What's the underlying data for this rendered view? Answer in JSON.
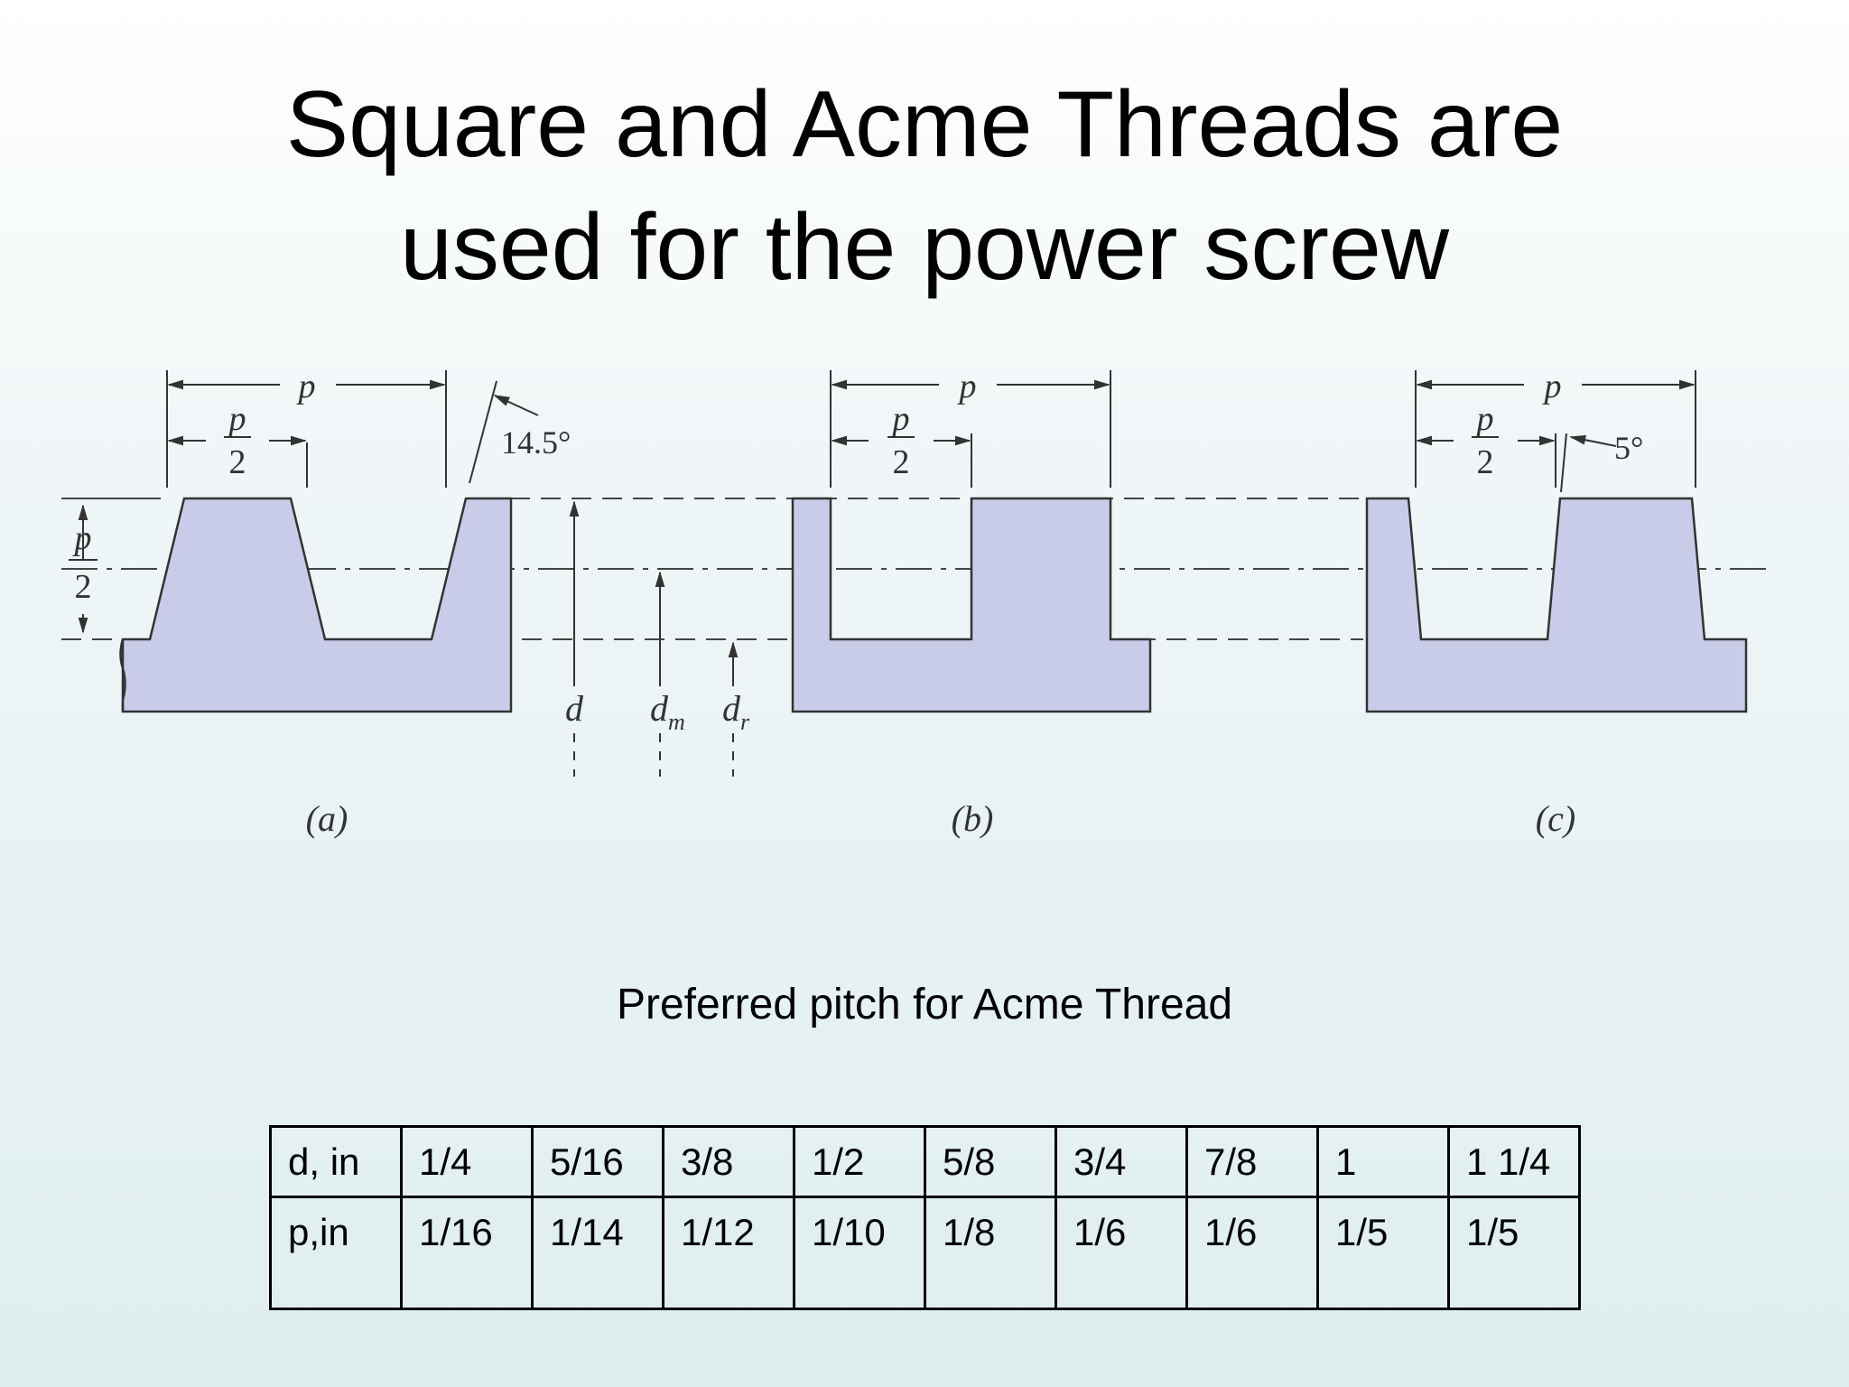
{
  "slide": {
    "title_line1": "Square and Acme Threads are",
    "title_line2": "used for the power screw"
  },
  "figure": {
    "label_p": "p",
    "label_2": "2",
    "angle_a": "14.5°",
    "angle_c": "5°",
    "label_d": "d",
    "label_dm_base": "d",
    "label_dm_sub": "m",
    "label_dr_base": "d",
    "label_dr_sub": "r",
    "caption_a": "(a)",
    "caption_b": "(b)",
    "caption_c": "(c)",
    "fill_color": "#c8cce8"
  },
  "table": {
    "caption": "Preferred pitch for Acme Thread",
    "row1": [
      "d, in",
      "1/4",
      "5/16",
      "3/8",
      "1/2",
      "5/8",
      "3/4",
      "7/8",
      "1",
      "1 1/4"
    ],
    "row2": [
      "p,in",
      "1/16",
      "1/14",
      "1/12",
      "1/10",
      "1/8",
      "1/6",
      "1/6",
      "1/5",
      "1/5"
    ]
  }
}
